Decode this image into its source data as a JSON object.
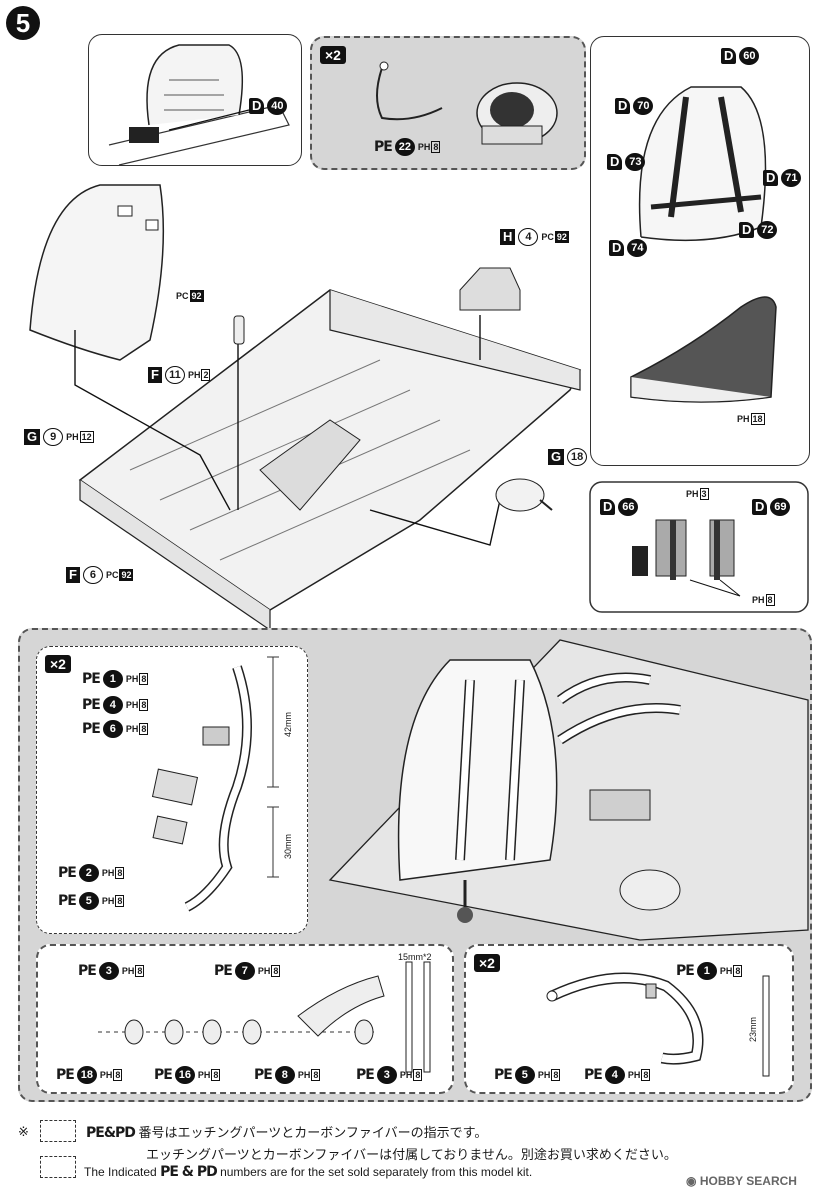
{
  "step_number": "5",
  "top_left_callout": {
    "part_letter": "D",
    "part_number": "40"
  },
  "engine_callout": {
    "multiplier": "×2",
    "pe_label": "PE",
    "pe_number": "22",
    "paint_code": "PH",
    "paint_number": "8"
  },
  "harness_callout": {
    "parts": [
      {
        "letter": "D",
        "number": "60"
      },
      {
        "letter": "D",
        "number": "70"
      },
      {
        "letter": "D",
        "number": "71"
      },
      {
        "letter": "D",
        "number": "73"
      },
      {
        "letter": "D",
        "number": "72"
      },
      {
        "letter": "D",
        "number": "74"
      }
    ],
    "seat_paint_code": "PH",
    "seat_paint_number": "18"
  },
  "main_assembly": {
    "h4": {
      "letter": "H",
      "number": "4",
      "paint_code": "PC",
      "paint_number": "92"
    },
    "f11_paint": {
      "code": "PC",
      "number": "92"
    },
    "f11": {
      "letter": "F",
      "number": "11",
      "paint_code": "PH",
      "paint_number": "2"
    },
    "g9": {
      "letter": "G",
      "number": "9",
      "paint_code": "PH",
      "paint_number": "12"
    },
    "g18": {
      "letter": "G",
      "number": "18"
    },
    "f6": {
      "letter": "F",
      "number": "6",
      "paint_code": "PC",
      "paint_number": "92"
    }
  },
  "pedal_callout": {
    "d66": {
      "letter": "D",
      "number": "66"
    },
    "d69": {
      "letter": "D",
      "number": "69"
    },
    "top_paint": {
      "code": "PH",
      "number": "3"
    },
    "bottom_paint": {
      "code": "PH",
      "number": "8"
    }
  },
  "belt_detail": {
    "multiplier": "×2",
    "items": [
      {
        "label": "PE",
        "number": "1",
        "paint_code": "PH",
        "paint_number": "8"
      },
      {
        "label": "PE",
        "number": "4",
        "paint_code": "PH",
        "paint_number": "8"
      },
      {
        "label": "PE",
        "number": "6",
        "paint_code": "PH",
        "paint_number": "8"
      },
      {
        "label": "PE",
        "number": "2",
        "paint_code": "PH",
        "paint_number": "8"
      },
      {
        "label": "PE",
        "number": "5",
        "paint_code": "PH",
        "paint_number": "8"
      }
    ],
    "dim_long": "42mm",
    "dim_short": "30mm"
  },
  "buckle_detail": {
    "top_items": [
      {
        "label": "PE",
        "number": "3",
        "paint_code": "PH",
        "paint_number": "8"
      },
      {
        "label": "PE",
        "number": "7",
        "paint_code": "PH",
        "paint_number": "8"
      }
    ],
    "bottom_items": [
      {
        "label": "PE",
        "number": "18",
        "paint_code": "PH",
        "paint_number": "8"
      },
      {
        "label": "PE",
        "number": "16",
        "paint_code": "PH",
        "paint_number": "8"
      },
      {
        "label": "PE",
        "number": "8",
        "paint_code": "PH",
        "paint_number": "8"
      },
      {
        "label": "PE",
        "number": "3",
        "paint_code": "PH",
        "paint_number": "8"
      }
    ],
    "dim": "15mm*2"
  },
  "lap_belt_detail": {
    "multiplier": "×2",
    "items": [
      {
        "label": "PE",
        "number": "1",
        "paint_code": "PH",
        "paint_number": "8"
      },
      {
        "label": "PE",
        "number": "5",
        "paint_code": "PH",
        "paint_number": "8"
      },
      {
        "label": "PE",
        "number": "4",
        "paint_code": "PH",
        "paint_number": "8"
      }
    ],
    "dim": "23mm"
  },
  "footnote": {
    "mark": "※",
    "jp_line1_prefix": "PE&PD",
    "jp_line1": "番号はエッチングパーツとカーボンファイバーの指示です。",
    "jp_line2": "エッチングパーツとカーボンファイバーは付属しておりません。別途お買い求めください。",
    "en_prefix": "The Indicated",
    "en_codes": "PE & PD",
    "en_text": "numbers are for the set sold separately from this model kit."
  },
  "watermark": "HOBBY SEARCH"
}
